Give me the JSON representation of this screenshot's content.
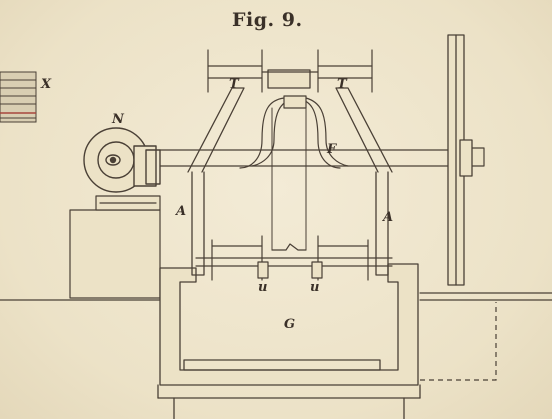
{
  "figure": {
    "title": "Fig. 9.",
    "labels": {
      "x": "X",
      "n": "N",
      "t_left": "T",
      "t_right": "T",
      "f": "F",
      "a_left": "A",
      "a_right": "A",
      "u_left": "u",
      "u_right": "u",
      "g": "G"
    }
  },
  "colors": {
    "paper": "#efe6cf",
    "ink": "#4a4036",
    "accent_red": "#a8463c"
  }
}
